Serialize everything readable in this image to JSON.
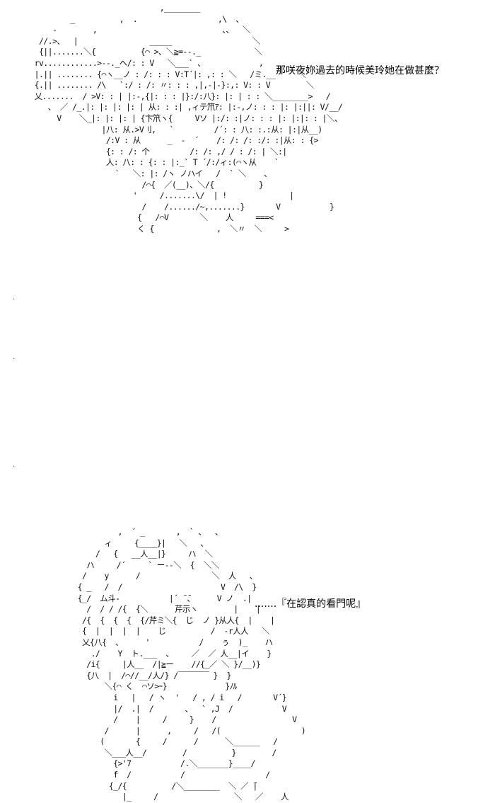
{
  "scene_top": {
    "caption": "那咲夜妳過去的時候美玲她在做甚麼？",
    "art_lines": [
      "                              ,________",
      "          _          ,  .                  ,\\  、",
      "      -        ,                            、、  ＼",
      "   //.>、  |                _____                  ＼",
      "   {||.......＼{          {⌒ >、＼≧=--._            ＼",
      "  rv............>--._ヘ/: : V   ＼___` 、            ,",
      "  |.|| ........ {⌒ヽ__ノ : /: : : V:T´|: ,: : ＼   /ミ.__     ＼",
      "  {.|| ........ /\\   `:/ : /: 〃: : : ,|,-|-}:,: V: : V        ＼",
      "  乂.......  / >V: : | |:-,{|: : : |}:/:八}: |: | : : ＼________>   /",
      "     、 ／ /_.|: |: |: |: | 从: : :| ,ィテ笊ｱ: |:-,ノ: : : |: |:||: V/__/",
      "       V    ＼_|: |: |: | {卞笊ヽ{     Vソ |:/: :|ノ: : : |: |:|: : |＼、",
      "                 |八: 从.>V刂,   `         /´: : 八: :.:从: |:|从__)",
      "                  /:V : 从      _  -  ´    /: /: /: :/: :|从: : {>",
      "                  {: : /: 个         /: /: ,/ / : /: | ＼:|",
      "                  人: 八: : {: : |:_` T ´/:/ィ:(⌒ヽ从    `",
      "                    `   ＼: |: /ヽ ノハイ   /  ` ＼    、",
      "                          /⌒{  ／(__)、＼/{          }",
      "                        '     /.......\\/  | !              |",
      "                          /    /....../~,.......}       V           }",
      "                         {   /⌒V       ＼    人     ===<",
      "                         く {              ,  ＼〃  ＼     >"
    ]
  },
  "scene_bottom": {
    "caption": ".......『在認真的看門呢』",
    "art_lines": [
      "              ,  ´ _       ,  ` 、  、",
      "           ィ     {____}|   ＼   、",
      "         /   {   __人__|}     ハ  ＼",
      "       ハ     /´     ` ー--＼  {  ＼＼",
      "      /    y      /                ＼  人   、",
      "     { _   /  /                      V  /\\  }",
      "     {_/  ム斗-           |´ ̄ ̄、     V ノ  .|",
      "       /  / / /{  {＼      芹示ヽ        |    |",
      "      /{  {  {  {  {/芹ミ＼{  じ  ノ }从人{  |    |",
      "      {  |  |  |  |    じ          /  -r人人   ＼",
      "      乂{八{  、     '           /    ぅ  )_    ハ",
      "        ./    Y  ト.___  、    ／  ／ 人__|イ    }",
      "       /i{     |人__  /|≧ー    //{_／ ＼ }/__)}",
      "       {八  |  /⌒//__/人/} /￣￣￣￣ }  }",
      "           ＼{⌒ く  ⌒ソ>ｰ}             }ﾉﾙ",
      "             i   |   / ヽ  '   / , / i   /       V´}",
      "             |/  .|  /       、  ` ,J  /           V",
      "             /    |     /     }    /                 V",
      "           /      |      ,     /   /(                  )",
      "          (       {     /      /      ＼______   /",
      "           ＼___人__/        /          }        /",
      "             {>'7           /.＼_______}____/",
      "             f  /           /                  /",
      "            {_/{          /＼________  ＼ ／ ̄|",
      "               |_     /                 ＼   ／    人"
    ]
  }
}
